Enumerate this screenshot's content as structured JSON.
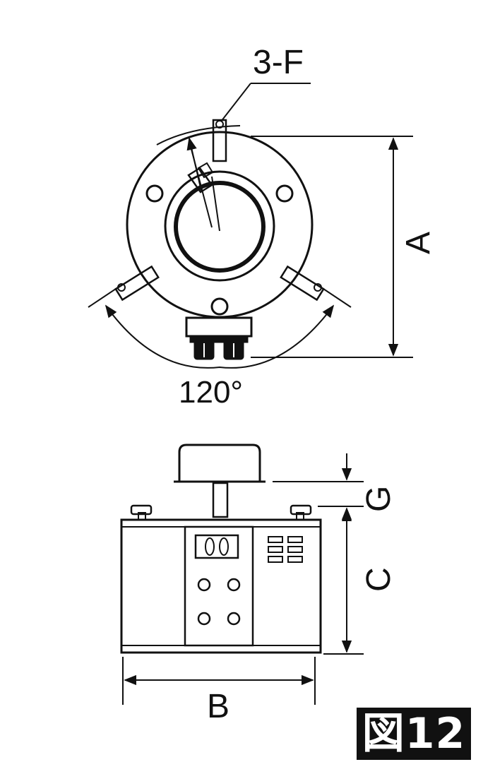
{
  "labels": {
    "mount_holes": "3-F",
    "dim_a": "A",
    "angle": "120°",
    "dim_g": "G",
    "dim_c": "C",
    "dim_b": "B"
  },
  "figure_label": "図12",
  "colors": {
    "line": "#111111",
    "fill_dark": "#111111",
    "background": "#ffffff"
  }
}
